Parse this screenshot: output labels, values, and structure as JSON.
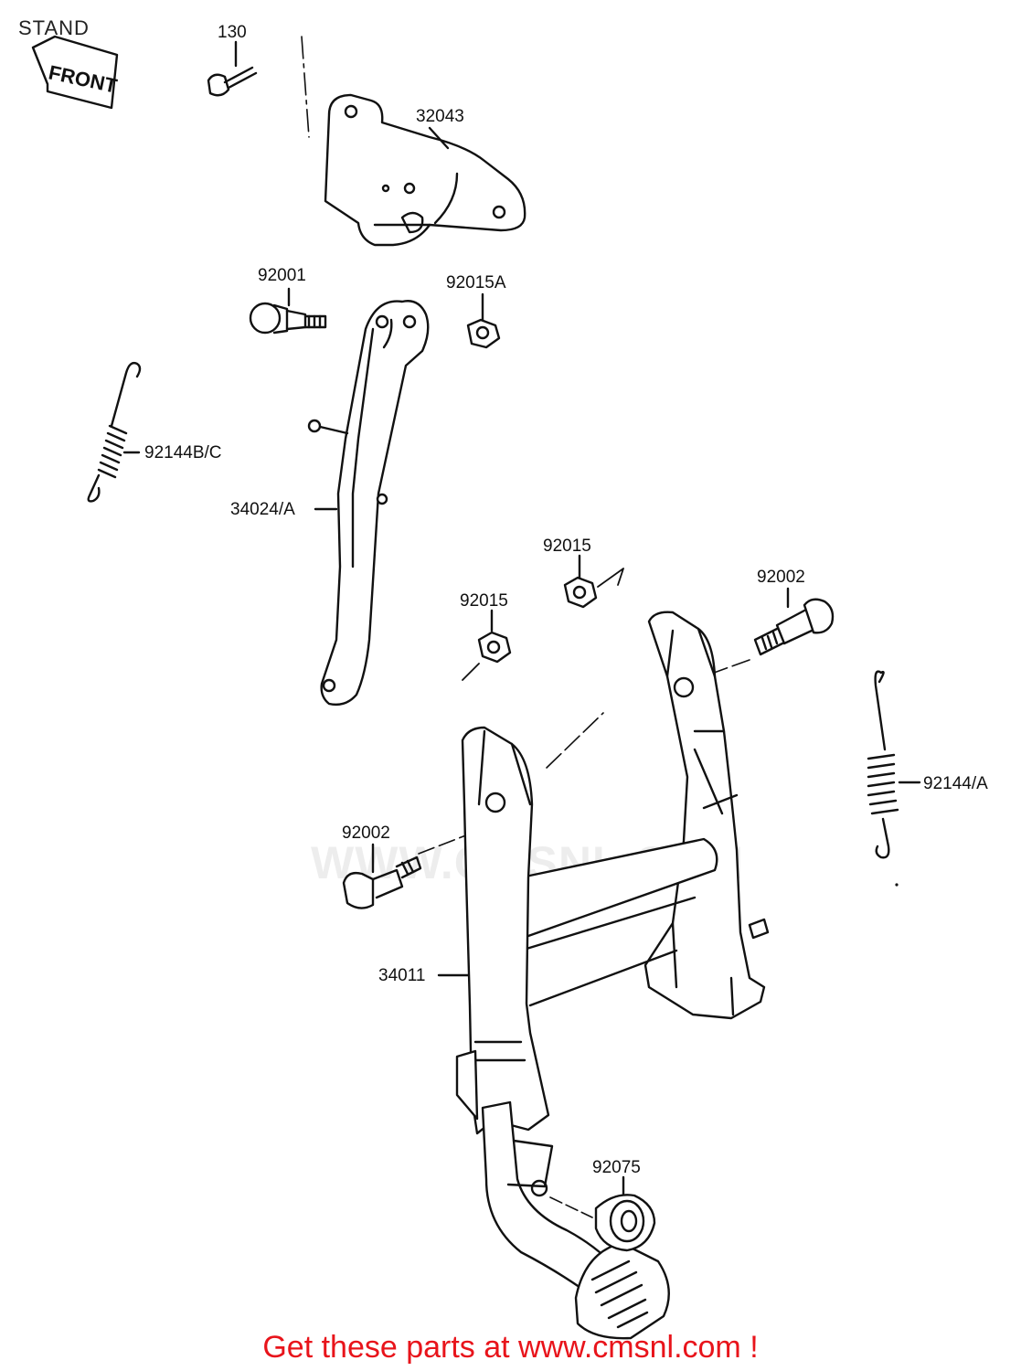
{
  "title": "STAND",
  "front_label": "FRONT",
  "watermark": "WWW.CMSNL.COM",
  "footer": "Get these parts at www.cmsnl.com !",
  "parts": {
    "p130": "130",
    "p32043": "32043",
    "p92001": "92001",
    "p92015A": "92015A",
    "p92144BC": "92144B/C",
    "p34024A": "34024/A",
    "p92015_top": "92015",
    "p92015_mid": "92015",
    "p92002_right": "92002",
    "p92144A": "92144/A",
    "p92002_left": "92002",
    "p34011": "34011",
    "p92075": "92075"
  }
}
